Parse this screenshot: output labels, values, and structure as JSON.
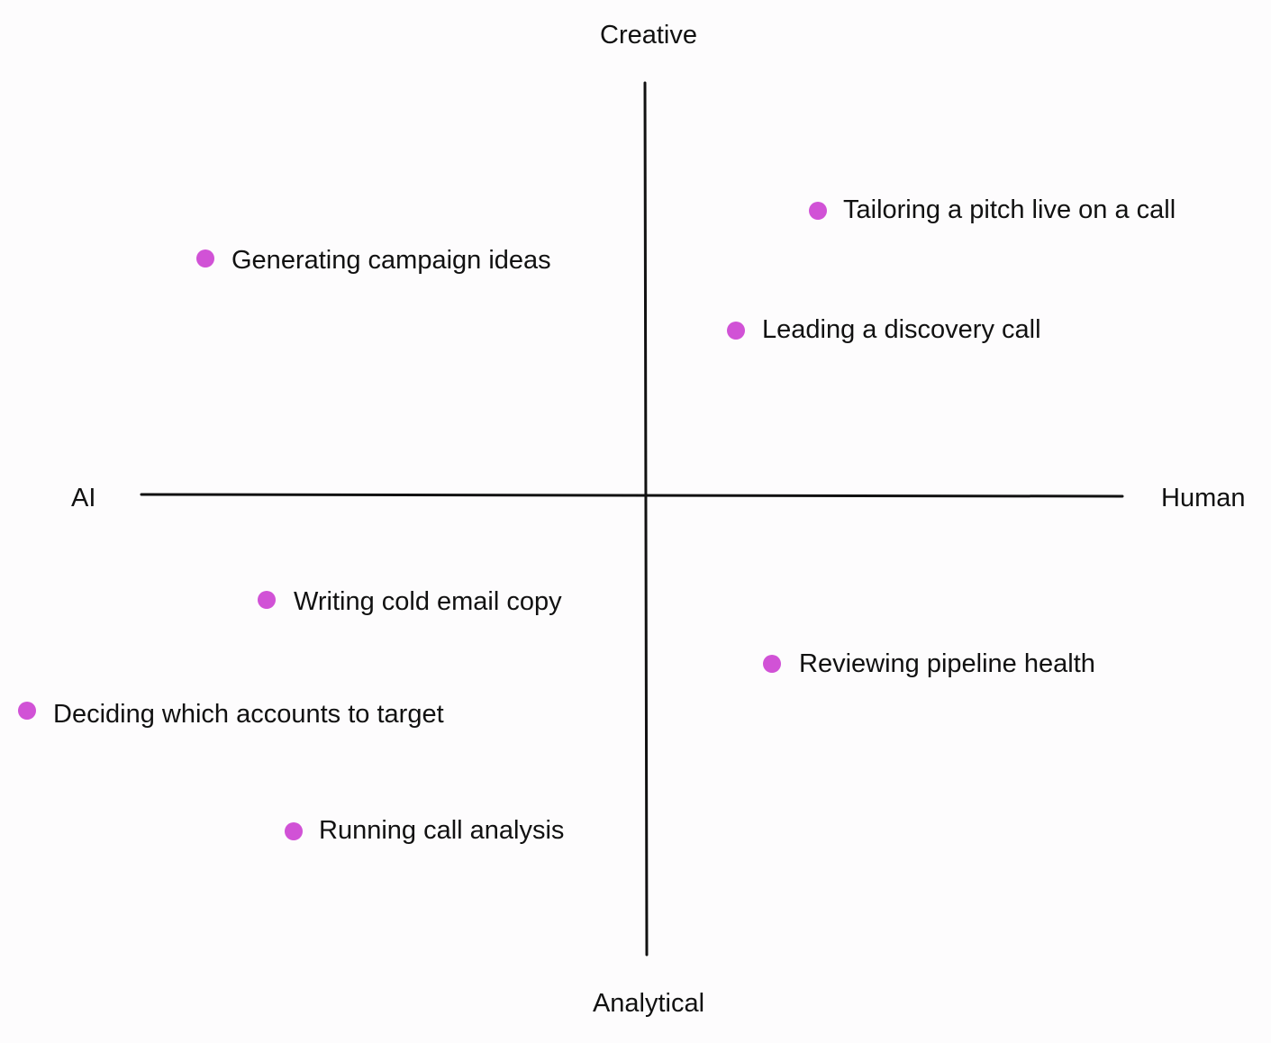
{
  "axes": {
    "top": "Creative",
    "bottom": "Analytical",
    "left": "AI",
    "right": "Human"
  },
  "point_color": "#d152d6",
  "items": [
    {
      "label": "Tailoring a pitch live on a call"
    },
    {
      "label": "Generating campaign ideas"
    },
    {
      "label": "Leading a discovery call"
    },
    {
      "label": "Writing cold email copy"
    },
    {
      "label": "Reviewing pipeline health"
    },
    {
      "label": "Deciding which accounts to target"
    },
    {
      "label": "Running call analysis"
    }
  ]
}
